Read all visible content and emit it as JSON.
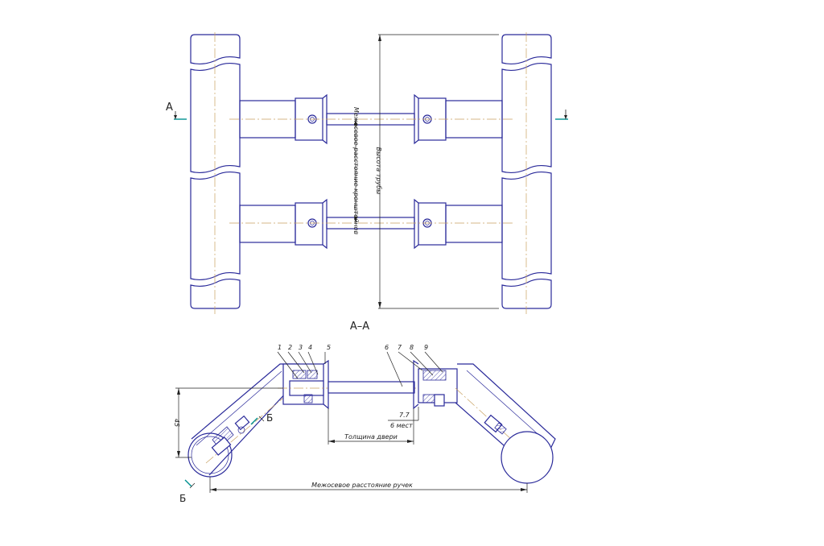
{
  "labels": {
    "section_mark_left": "A",
    "section_title": "A–A",
    "view_mark": "Б",
    "view_mark_lower": "Б",
    "dim_bracket_spacing": "Межосевое расстояние кронштейнов",
    "dim_tube_height": "Высота трубы",
    "dim_door_thickness": "Толщина двери",
    "dim_handle_spacing": "Межосевое расстояние ручек",
    "dim_height": "45",
    "dim_hole": "7.7",
    "dim_hole_count": "6 мест"
  },
  "callouts": [
    "1",
    "2",
    "3",
    "4",
    "5",
    "6",
    "7",
    "8",
    "9"
  ],
  "colors": {
    "outline": "#2a2a9a",
    "centerline": "#c8a060",
    "section_marker": "#009090",
    "dimension": "#222222"
  }
}
